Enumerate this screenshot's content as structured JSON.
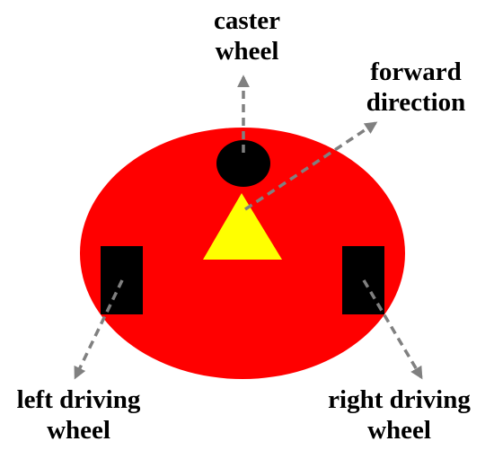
{
  "colors": {
    "robot_body": "#ff0000",
    "caster_wheel": "#000000",
    "driving_wheels": "#000000",
    "direction_marker": "#ffff00",
    "arrows": "#808080",
    "text": "#000000"
  },
  "labels": {
    "caster": {
      "line1": "caster",
      "line2": "wheel"
    },
    "forward": {
      "line1": "forward",
      "line2": "direction"
    },
    "left": {
      "line1": "left driving",
      "line2": "wheel"
    },
    "right": {
      "line1": "right driving",
      "line2": "wheel"
    }
  },
  "icons": {
    "body": "red-ellipse",
    "caster": "black-ellipse",
    "drive_wheel": "black-rectangle",
    "direction": "yellow-triangle",
    "arrow": "dashed-gray-arrow"
  }
}
